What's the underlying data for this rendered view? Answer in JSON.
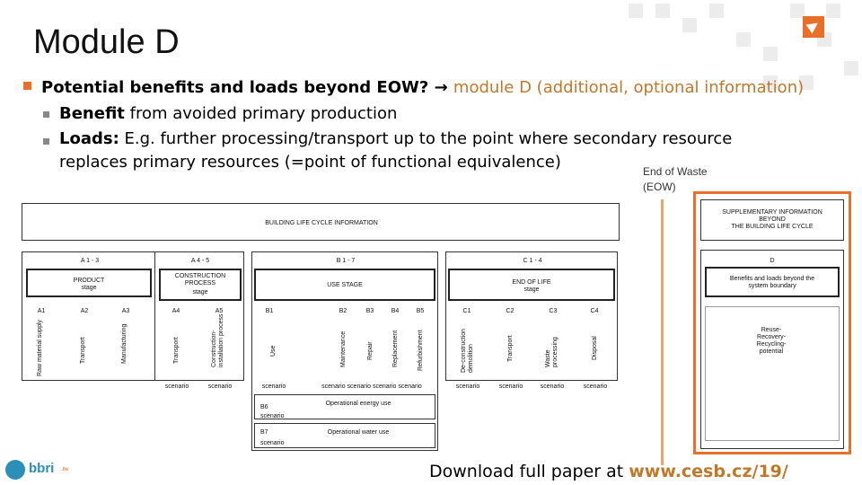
{
  "slide": {
    "title": "Module D",
    "bullet_main_bold": "Potential benefits and loads beyond EOW? → ",
    "bullet_main_orange": "module D (additional, optional information)",
    "sub1_bold": "Benefit",
    "sub1_rest": " from avoided primary production",
    "sub2_bold": "Loads:",
    "sub2_rest_line1": " E.g. further processing/transport up to the point where secondary resource",
    "sub2_line2": "replaces primary resources (=point of functional equivalence)",
    "eow_label_1": "End of Waste",
    "eow_label_2": "(EOW)",
    "footer_prefix": "Download full paper at ",
    "footer_link": "www.cesb.cz/19/",
    "accent_color": "#e8702a",
    "logo_text": "bbri",
    "logo_suffix": ".be"
  },
  "diagram": {
    "header": "BUILDING LIFE CYCLE INFORMATION",
    "group_a13": "A 1 - 3",
    "group_a45": "A 4 - 5",
    "group_b17": "B 1 - 7",
    "group_c14": "C 1 - 4",
    "product_stage_1": "PRODUCT",
    "product_stage_2": "stage",
    "construction_1": "CONSTRUCTION",
    "construction_2": "PROCESS",
    "construction_3": "stage",
    "use_stage": "USE STAGE",
    "eol_1": "END OF LIFE",
    "eol_2": "stage",
    "modules": [
      {
        "code": "A1",
        "label": "Raw material supply"
      },
      {
        "code": "A2",
        "label": "Transport"
      },
      {
        "code": "A3",
        "label": "Manufacturing"
      },
      {
        "code": "A4",
        "label": "Transport"
      },
      {
        "code": "A5",
        "label": "Construction-installation process"
      },
      {
        "code": "B1",
        "label": "Use"
      },
      {
        "code": "B2",
        "label": "Maintenance"
      },
      {
        "code": "B3",
        "label": "Repair"
      },
      {
        "code": "B4",
        "label": "Replacement"
      },
      {
        "code": "B5",
        "label": "Refurbishment"
      },
      {
        "code": "C1",
        "label": "De-construction demolition"
      },
      {
        "code": "C2",
        "label": "Transport"
      },
      {
        "code": "C3",
        "label": "Waste processing"
      },
      {
        "code": "C4",
        "label": "Disposal"
      }
    ],
    "scenario": "scenario",
    "b_scenarios": "scenario scenario scenario scenario",
    "b6_code": "B6",
    "b6_label": "Operational energy use",
    "b7_code": "B7",
    "b7_label": "Operational water use"
  },
  "supplementary": {
    "header_1": "SUPPLEMENTARY INFORMATION",
    "header_2": "BEYOND",
    "header_3": "THE BUILDING LIFE CYCLE",
    "d_code": "D",
    "benefits_1": "Benefits and loads beyond the",
    "benefits_2": "system boundary",
    "reuse_1": "Reuse-",
    "reuse_2": "Recovery-",
    "reuse_3": "Recycling-",
    "reuse_4": "potential"
  }
}
